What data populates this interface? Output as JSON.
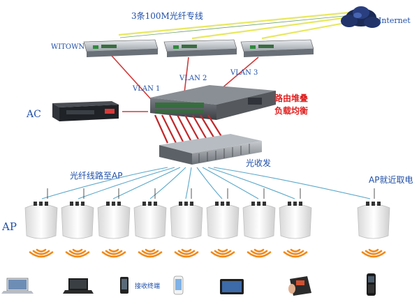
{
  "title_fiber": "3条100M光纤专线",
  "label_internet": "Internet",
  "label_witown": "WITOWN",
  "vlans": [
    "VLAN 1",
    "VLAN 2",
    "VLAN 3"
  ],
  "label_ac": "AC",
  "label_router_stack": "路由堆叠",
  "label_load_balance": "负载均衡",
  "label_optical_transceiver": "光收发",
  "label_fiber_to_ap": "光纤线路至AP",
  "label_ap_power": "AP就近取电",
  "label_ap": "AP",
  "label_receivers": "接收终端",
  "ap_count": 9,
  "colors": {
    "accent_blue": "#1f4fa8",
    "red_link": "#d23a3a",
    "yellow_link": "#e8e860",
    "signal_orange": "#f08a1c",
    "router_label_red": "#e02020",
    "green_panel": "#2e8b3a"
  },
  "devices": [
    "laptop-icon",
    "notebook-icon",
    "phone-icon",
    "smartphone-icon",
    "tablet-icon",
    "pos-terminal-icon",
    "handheld-scanner-icon"
  ]
}
